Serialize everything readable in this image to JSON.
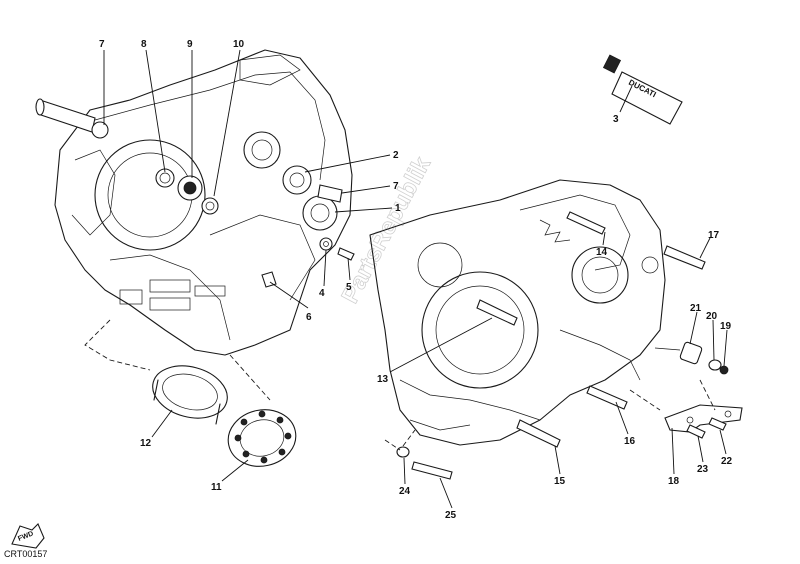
{
  "diagram_code": "CRT00157",
  "watermark": "PartsRepublik",
  "tube_brand": "DUCATI",
  "fwd_badge": "FWD",
  "labels": [
    {
      "key": "l7a",
      "text": "7"
    },
    {
      "key": "l8",
      "text": "8"
    },
    {
      "key": "l9",
      "text": "9"
    },
    {
      "key": "l10",
      "text": "10"
    },
    {
      "key": "l2",
      "text": "2"
    },
    {
      "key": "l7b",
      "text": "7"
    },
    {
      "key": "l1",
      "text": "1"
    },
    {
      "key": "l4",
      "text": "4"
    },
    {
      "key": "l5",
      "text": "5"
    },
    {
      "key": "l6",
      "text": "6"
    },
    {
      "key": "l3",
      "text": "3"
    },
    {
      "key": "l17",
      "text": "17"
    },
    {
      "key": "l14",
      "text": "14"
    },
    {
      "key": "l21",
      "text": "21"
    },
    {
      "key": "l20",
      "text": "20"
    },
    {
      "key": "l19",
      "text": "19"
    },
    {
      "key": "l13",
      "text": "13"
    },
    {
      "key": "l16",
      "text": "16"
    },
    {
      "key": "l18",
      "text": "18"
    },
    {
      "key": "l23",
      "text": "23"
    },
    {
      "key": "l22",
      "text": "22"
    },
    {
      "key": "l12",
      "text": "12"
    },
    {
      "key": "l11",
      "text": "11"
    },
    {
      "key": "l15",
      "text": "15"
    },
    {
      "key": "l24",
      "text": "24"
    },
    {
      "key": "l25",
      "text": "25"
    }
  ]
}
